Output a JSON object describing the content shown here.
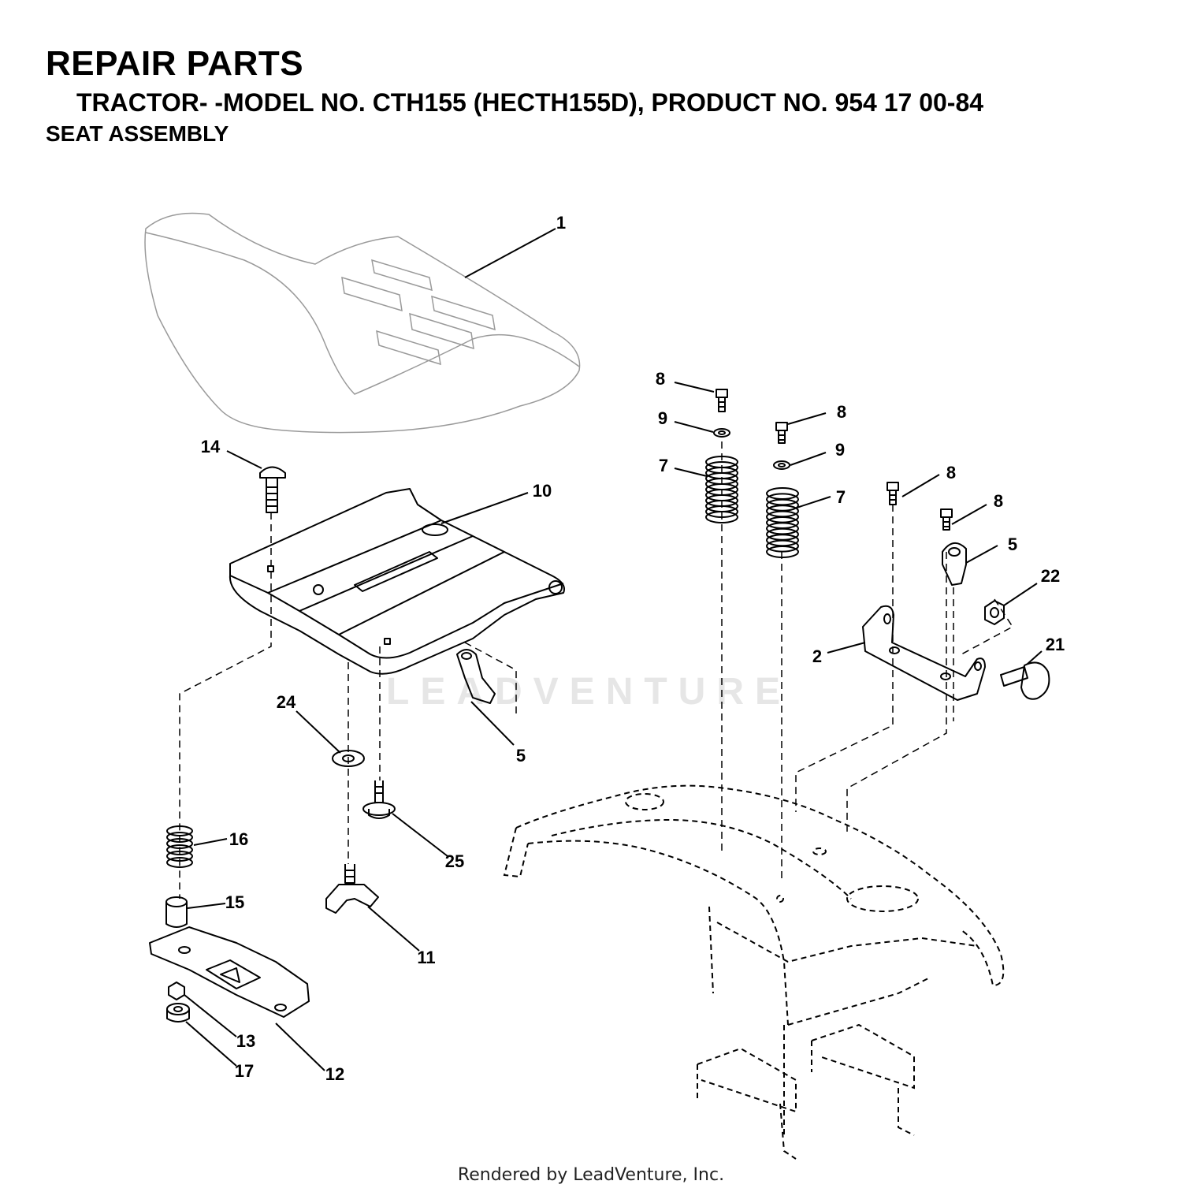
{
  "header": {
    "title": "REPAIR PARTS",
    "subtitle": "TRACTOR- -MODEL NO. CTH155 (HECTH155D), PRODUCT NO. 954 17 00-84",
    "section": "SEAT ASSEMBLY"
  },
  "callouts": [
    "1",
    "8",
    "9",
    "7",
    "8",
    "9",
    "7",
    "8",
    "8",
    "5",
    "22",
    "21",
    "2",
    "14",
    "10",
    "24",
    "5",
    "16",
    "25",
    "15",
    "11",
    "13",
    "12",
    "17"
  ],
  "watermark": "LEADVENTURE",
  "footer": "Rendered by LeadVenture, Inc."
}
